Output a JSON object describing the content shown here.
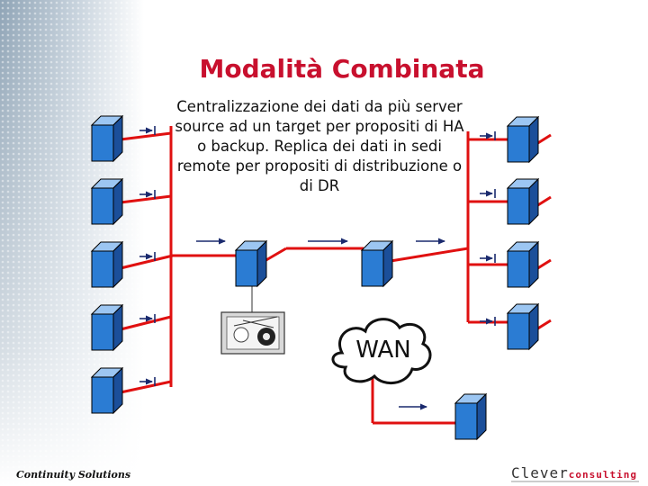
{
  "slide": {
    "title": "Modalità Combinata",
    "description": "Centralizzazione dei dati da più server source ad un target per propositi di HA o backup. Replica dei dati in sedi remote per propositi di distribuzione o di DR",
    "footer_left": "Continuity Solutions",
    "brand_part1": "Clever",
    "brand_part2": "consulting"
  },
  "diagram": {
    "wan_label": "WAN",
    "server_icon": "server-box-icon",
    "tape_icon": "tape-drive-icon",
    "cloud_icon": "wan-cloud-icon",
    "colors": {
      "link": "#e01010",
      "server_front": "#2b7cd3",
      "server_top": "#9cc6f2",
      "server_side": "#1b4f9a",
      "title": "#c8102e"
    }
  }
}
